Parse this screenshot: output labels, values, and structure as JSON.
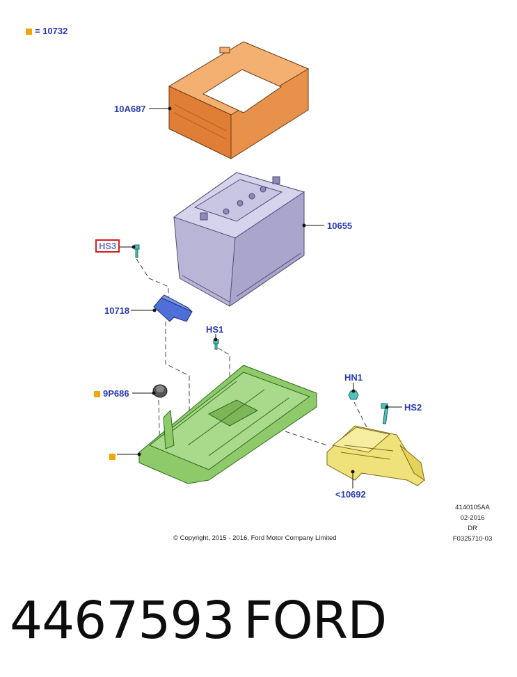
{
  "legend": {
    "label": "= 10732"
  },
  "callouts": {
    "tray_cover": "10A687",
    "battery": "10655",
    "hs3": "HS3",
    "clamp": "10718",
    "hs1": "HS1",
    "hn1": "HN1",
    "grommet": "9P686",
    "hs2": "HS2",
    "support": "<10692"
  },
  "meta": {
    "code": "4140105AA",
    "date": "02-2016",
    "dr": "DR",
    "figure": "F0325710-03"
  },
  "copyright": "© Copyright, 2015 - 2016, Ford Motor Company Limited",
  "part_number": "4467593",
  "brand": "FORD",
  "colors": {
    "label_blue": "#2a3bb8",
    "legend_orange": "#f2a60d",
    "highlight_red": "#d81c1c",
    "cover_orange": "#e8914a",
    "battery_lavender": "#b9b5d6",
    "clamp_blue": "#4f6fd8",
    "tray_green": "#8fca6a",
    "support_yellow": "#f0e27a",
    "fastener_teal": "#4fc3b8"
  }
}
